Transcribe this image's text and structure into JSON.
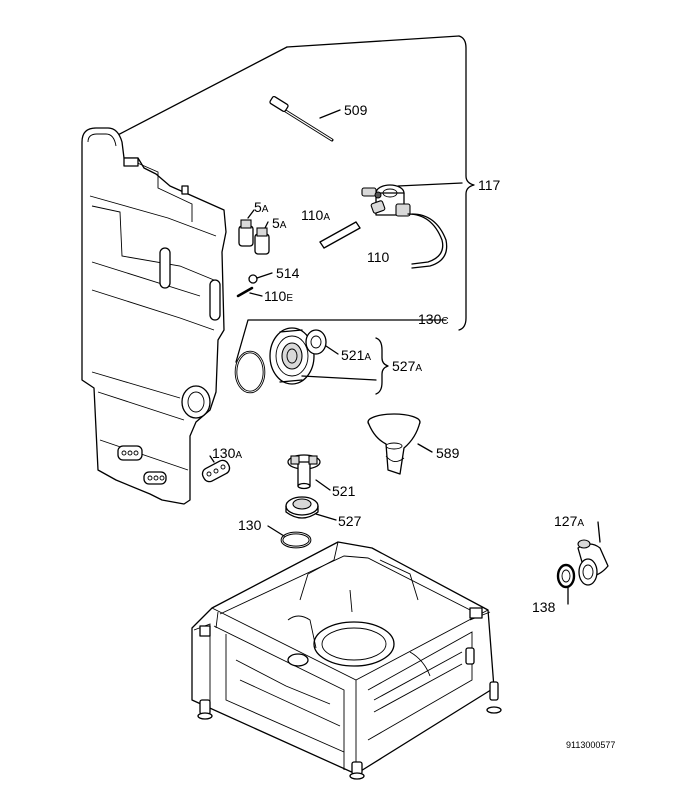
{
  "parts": [
    {
      "id": "p509",
      "num": "509",
      "suffix": ""
    },
    {
      "id": "p117",
      "num": "117",
      "suffix": ""
    },
    {
      "id": "p5a1",
      "num": "5",
      "suffix": "A"
    },
    {
      "id": "p5a2",
      "num": "5",
      "suffix": "A"
    },
    {
      "id": "p110a",
      "num": "110",
      "suffix": "A"
    },
    {
      "id": "p110",
      "num": "110",
      "suffix": ""
    },
    {
      "id": "p514",
      "num": "514",
      "suffix": ""
    },
    {
      "id": "p110e",
      "num": "110",
      "suffix": "E"
    },
    {
      "id": "p130c",
      "num": "130",
      "suffix": "C"
    },
    {
      "id": "p521a",
      "num": "521",
      "suffix": "A"
    },
    {
      "id": "p527a",
      "num": "527",
      "suffix": "A"
    },
    {
      "id": "p589",
      "num": "589",
      "suffix": ""
    },
    {
      "id": "p130a",
      "num": "130",
      "suffix": "A"
    },
    {
      "id": "p521",
      "num": "521",
      "suffix": ""
    },
    {
      "id": "p527",
      "num": "527",
      "suffix": ""
    },
    {
      "id": "p130",
      "num": "130",
      "suffix": ""
    },
    {
      "id": "p127a",
      "num": "127",
      "suffix": "A"
    },
    {
      "id": "p138",
      "num": "138",
      "suffix": ""
    }
  ],
  "diagram_code": "9113000577"
}
